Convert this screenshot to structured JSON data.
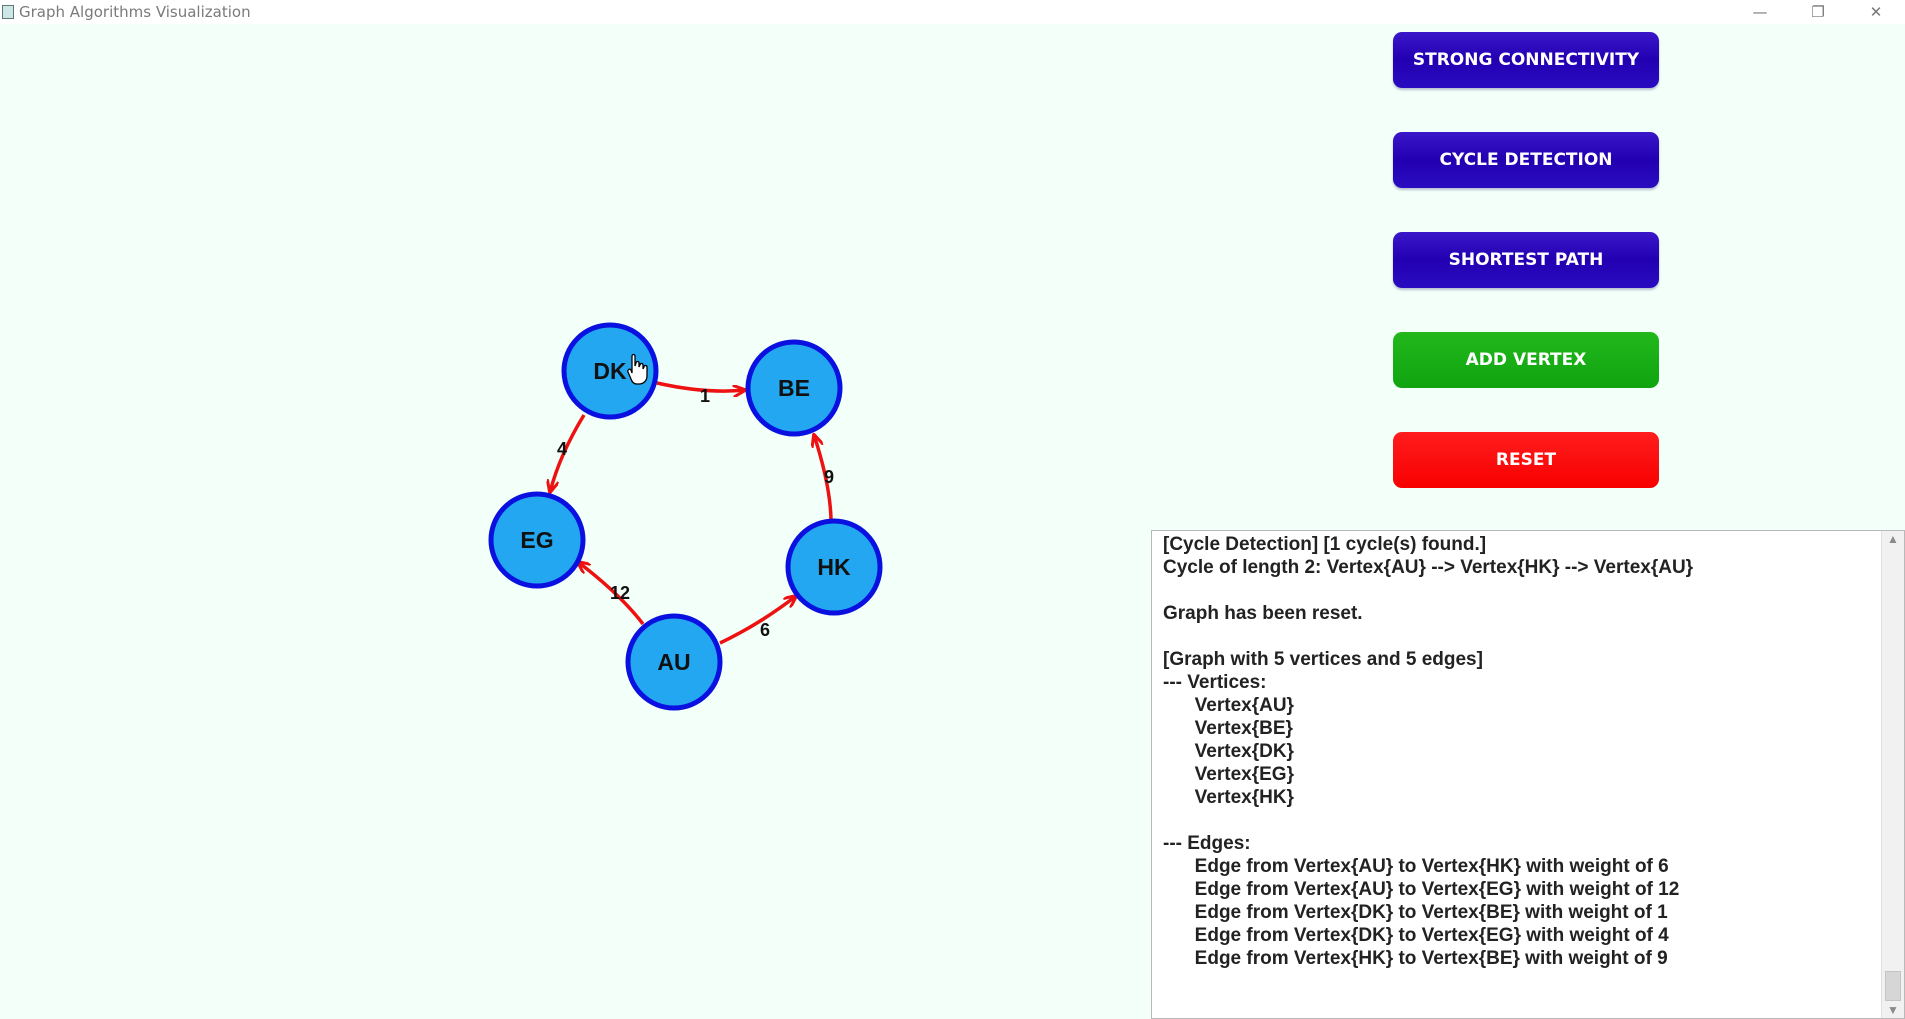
{
  "window": {
    "title": "Graph Algorithms Visualization",
    "controls": {
      "minimize": "—",
      "restore": "❐",
      "close": "✕"
    }
  },
  "buttons": [
    {
      "label": "STRONG CONNECTIVITY",
      "color": "#2a0cc0"
    },
    {
      "label": "CYCLE DETECTION",
      "color": "#2a0cc0"
    },
    {
      "label": "SHORTEST PATH",
      "color": "#2a0cc0"
    },
    {
      "label": "ADD VERTEX",
      "color": "#16ad16"
    },
    {
      "label": "RESET",
      "color": "#ff0a0a"
    }
  ],
  "graph": {
    "node_fill": "#22a7f0",
    "node_stroke": "#0a10e0",
    "edge_color": "#ee1111",
    "vertices": [
      "DK",
      "BE",
      "EG",
      "HK",
      "AU"
    ],
    "edges": [
      {
        "from": "DK",
        "to": "BE",
        "weight": "1"
      },
      {
        "from": "DK",
        "to": "EG",
        "weight": "4"
      },
      {
        "from": "HK",
        "to": "BE",
        "weight": "9"
      },
      {
        "from": "AU",
        "to": "EG",
        "weight": "12"
      },
      {
        "from": "AU",
        "to": "HK",
        "weight": "6"
      }
    ]
  },
  "console": {
    "text": "[Cycle Detection] [1 cycle(s) found.]\nCycle of length 2: Vertex{AU} --> Vertex{HK} --> Vertex{AU}\n\nGraph has been reset.\n\n[Graph with 5 vertices and 5 edges]\n--- Vertices:\n      Vertex{AU}\n      Vertex{BE}\n      Vertex{DK}\n      Vertex{EG}\n      Vertex{HK}\n\n--- Edges:\n      Edge from Vertex{AU} to Vertex{HK} with weight of 6\n      Edge from Vertex{AU} to Vertex{EG} with weight of 12\n      Edge from Vertex{DK} to Vertex{BE} with weight of 1\n      Edge from Vertex{DK} to Vertex{EG} with weight of 4\n      Edge from Vertex{HK} to Vertex{BE} with weight of 9"
  }
}
